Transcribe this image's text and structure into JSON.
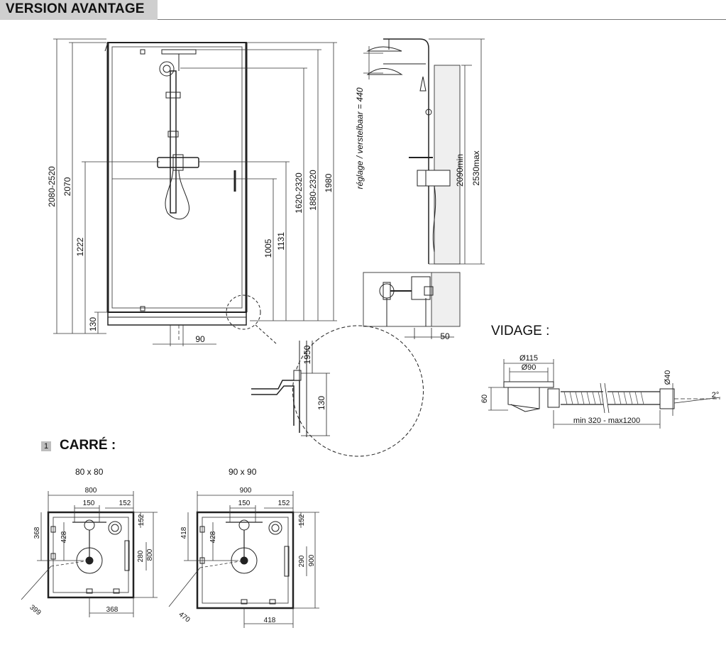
{
  "header": {
    "title": "VERSION AVANTAGE"
  },
  "elevation": {
    "height_range": "2080-2520",
    "height": "2070",
    "mixer_height": "1222",
    "tray_height": "130",
    "tray_step": "90",
    "dim_1005": "1005",
    "dim_1131": "1131",
    "dim_1620_2320": "1620-2320",
    "dim_1880_2320": "1880-2320",
    "dim_1980": "1980"
  },
  "column": {
    "adjust_label": "réglage / verstelbaar = 440",
    "height_min": "2090min",
    "height_max": "2530max",
    "depth": "50"
  },
  "detail": {
    "h1950": "1950",
    "h130": "130"
  },
  "vidage": {
    "title": "VIDAGE :",
    "d115": "Ø115",
    "d90": "Ø90",
    "d40": "Ø40",
    "height": "60",
    "length": "min 320 - max1200",
    "slope": "2°"
  },
  "section": {
    "number": "1",
    "title": "CARRÉ :"
  },
  "plans": [
    {
      "title": "80 x 80",
      "width": "800",
      "d150": "150",
      "d152": "152",
      "d152v": "152",
      "side_left": "368",
      "d428": "428",
      "depth": "800",
      "d280": "280",
      "bottom": "368",
      "diag": "399"
    },
    {
      "title": "90 x 90",
      "width": "900",
      "d150": "150",
      "d152": "152",
      "d152v": "152",
      "side_left": "418",
      "d428": "428",
      "depth": "900",
      "d280": "290",
      "bottom": "418",
      "diag": "470"
    }
  ]
}
